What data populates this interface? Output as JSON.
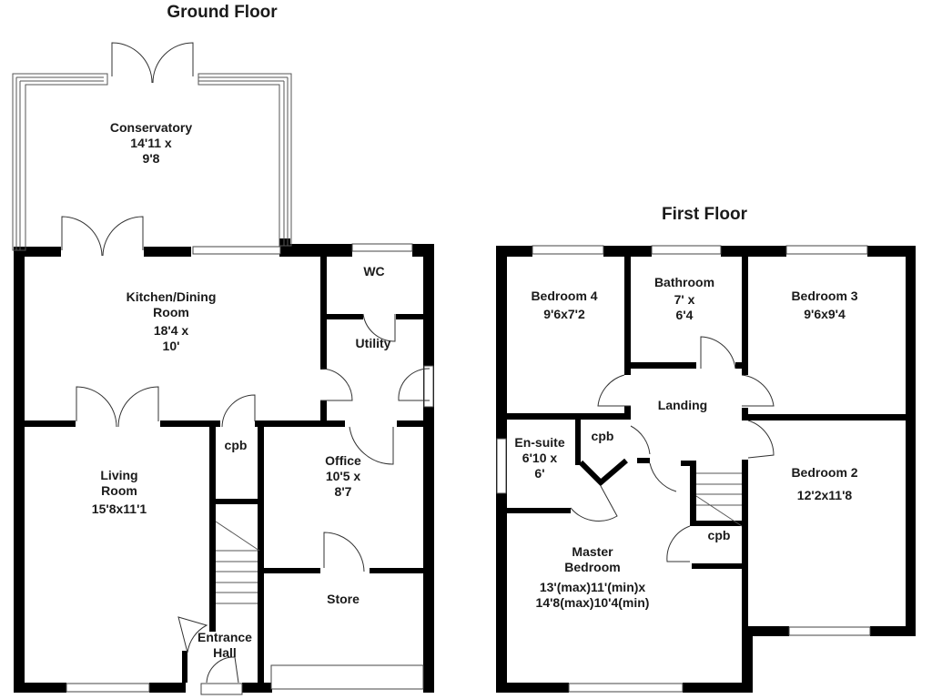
{
  "ground_floor": {
    "title": "Ground Floor",
    "rooms": {
      "conservatory": {
        "name": "Conservatory",
        "dim1": "14'11 x",
        "dim2": "9'8"
      },
      "kitchen": {
        "name1": "Kitchen/Dining",
        "name2": "Room",
        "dim1": "18'4 x",
        "dim2": "10'"
      },
      "wc": {
        "name": "WC"
      },
      "utility": {
        "name": "Utility"
      },
      "cpb": {
        "name": "cpb"
      },
      "living": {
        "name1": "Living",
        "name2": "Room",
        "dim": "15'8x11'1"
      },
      "office": {
        "name": "Office",
        "dim1": "10'5 x",
        "dim2": "8'7"
      },
      "store": {
        "name": "Store"
      },
      "entrance": {
        "name1": "Entrance",
        "name2": "Hall"
      }
    }
  },
  "first_floor": {
    "title": "First Floor",
    "rooms": {
      "bedroom4": {
        "name": "Bedroom 4",
        "dim": "9'6x7'2"
      },
      "bathroom": {
        "name": "Bathroom",
        "dim1": "7' x",
        "dim2": "6'4"
      },
      "bedroom3": {
        "name": "Bedroom 3",
        "dim": "9'6x9'4"
      },
      "landing": {
        "name": "Landing"
      },
      "ensuite": {
        "name": "En-suite",
        "dim1": "6'10 x",
        "dim2": "6'"
      },
      "cpb1": {
        "name": "cpb"
      },
      "cpb2": {
        "name": "cpb"
      },
      "bedroom2": {
        "name": "Bedroom 2",
        "dim": "12'2x11'8"
      },
      "master": {
        "name1": "Master",
        "name2": "Bedroom",
        "dim1": "13'(max)11'(min)x",
        "dim2": "14'8(max)10'4(min)"
      }
    }
  }
}
